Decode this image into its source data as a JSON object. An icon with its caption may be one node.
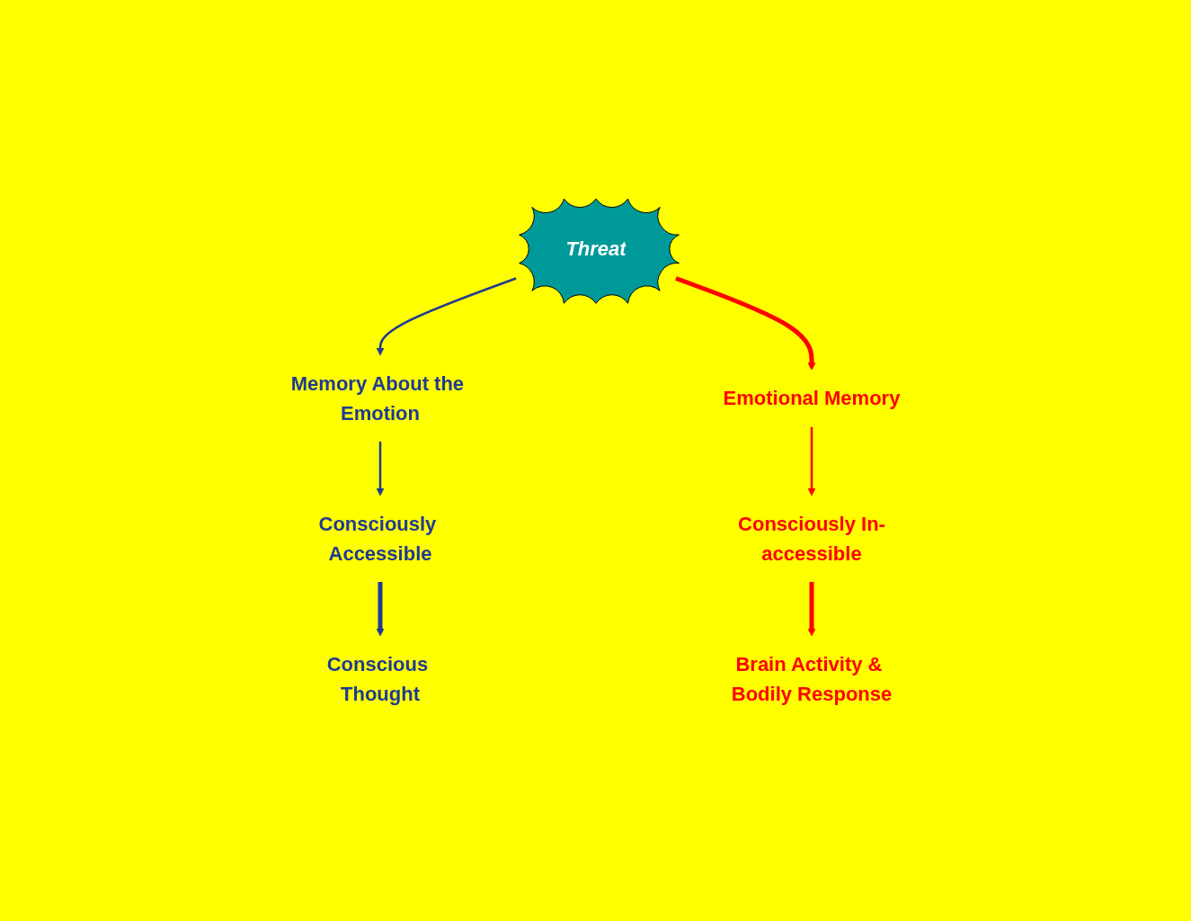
{
  "diagram": {
    "nodes": [
      {
        "text": [
          "Threat"
        ]
      },
      {
        "text": [
          "Memory About the Emotion"
        ]
      },
      {
        "text": [
          "Emotional Memory"
        ]
      },
      {
        "text": [
          "Consciously Accessible"
        ]
      },
      {
        "text": [
          "Consciously In-accessible"
        ]
      },
      {
        "text": [
          "Conscious Thought"
        ]
      },
      {
        "text": [
          "Brain Activity & Bodily Response"
        ]
      }
    ],
    "edges": [
      {
        "from": 0,
        "to": 1,
        "arrow": "to",
        "color": "#1f3a93"
      },
      {
        "from": 0,
        "to": 2,
        "arrow": "to",
        "style": "thick",
        "color": "#ff0000"
      },
      {
        "from": 1,
        "to": 3,
        "arrow": "to",
        "color": "#1f3a93"
      },
      {
        "from": 2,
        "to": 4,
        "arrow": "to",
        "color": "#ff0000"
      },
      {
        "from": 3,
        "to": 5,
        "arrow": "to",
        "style": "thick",
        "color": "#1f3a93"
      },
      {
        "from": 4,
        "to": 6,
        "arrow": "to",
        "style": "thick",
        "color": "#ff0000"
      }
    ]
  }
}
